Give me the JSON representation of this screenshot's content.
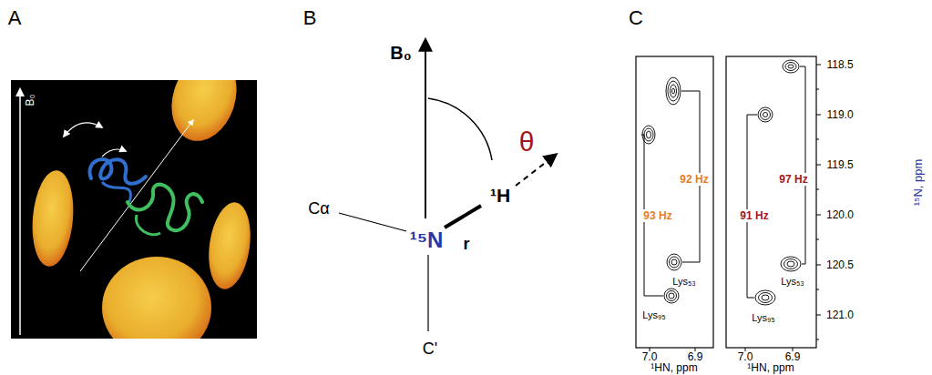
{
  "diagram": {
    "labels": [
      "A",
      "B",
      "C",
      "B₀",
      "B₀",
      "θ",
      "Cα",
      "¹⁵N",
      "¹H",
      "r",
      "C'",
      "93 Hz",
      "92 Hz",
      "91 Hz",
      "97 Hz",
      "Lys₅₃",
      "Lys₉₅",
      "Lys₅₃",
      "Lys₉₅",
      "118.5",
      "119.0",
      "119.5",
      "120.0",
      "120.5",
      "121.0",
      "7.0",
      "6.9",
      "7.0",
      "6.9",
      "¹HN, ppm",
      "¹HN, ppm",
      "¹⁵N, ppm"
    ]
  }
}
